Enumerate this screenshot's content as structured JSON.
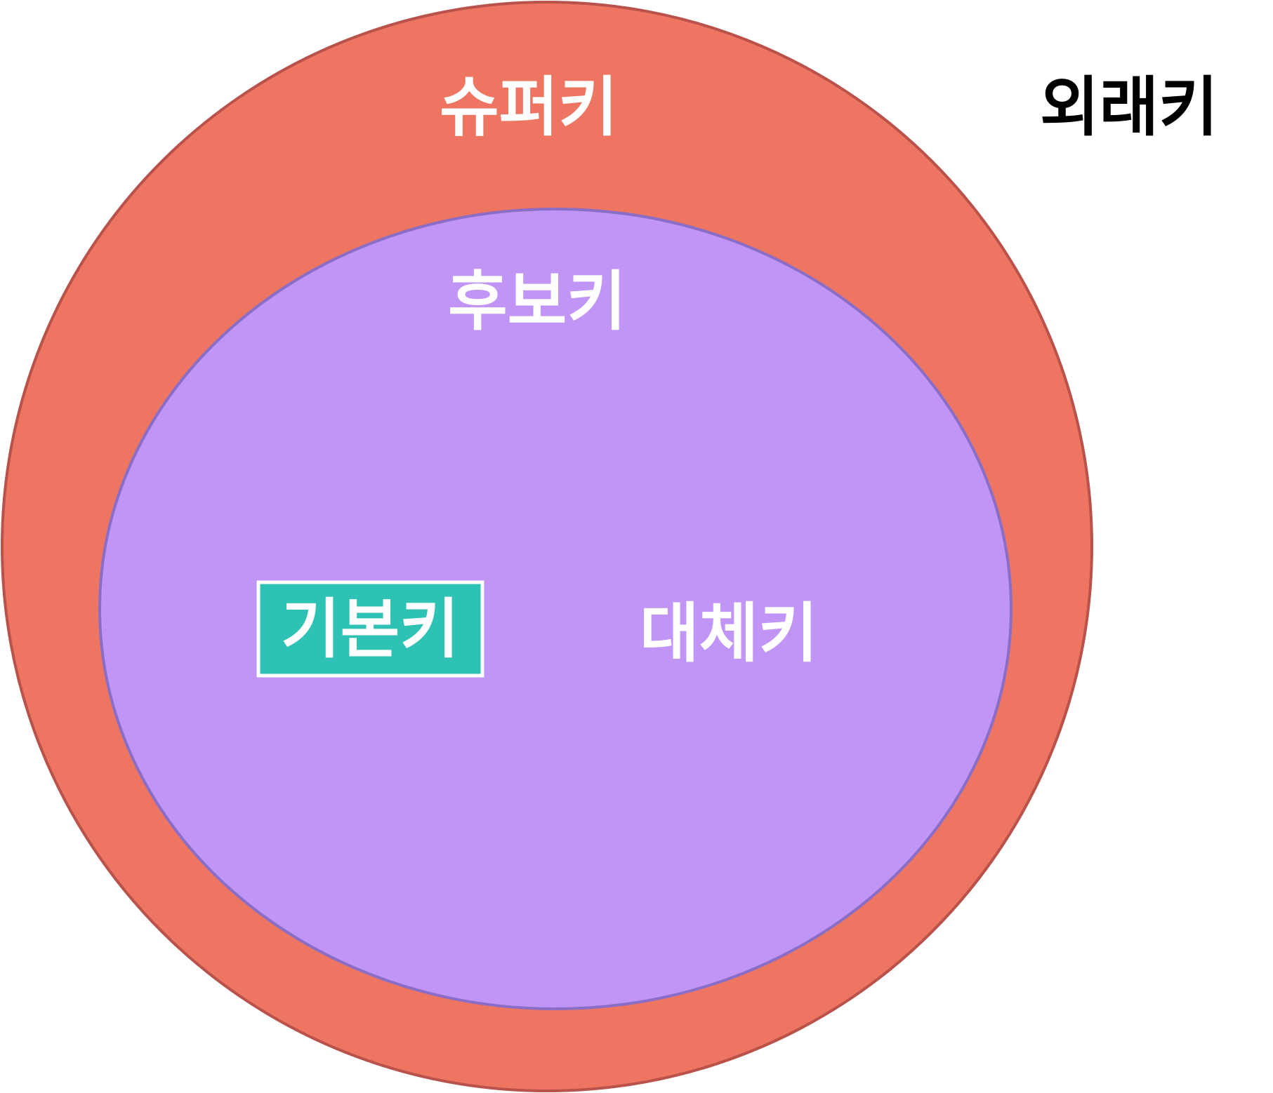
{
  "labels": {
    "super_key": "슈퍼키",
    "foreign_key": "외래키",
    "candidate_key": "후보키",
    "primary_key": "기본키",
    "alternate_key": "대체키"
  },
  "colors": {
    "super_key_fill": "#ED7562",
    "super_key_stroke": "#B8524A",
    "candidate_key_fill": "#C095F5",
    "candidate_key_stroke": "#8A6DC7",
    "primary_key_fill": "#2DC2B4",
    "primary_key_stroke": "#FFFFFF",
    "light_text": "#FFFFFF",
    "dark_text": "#000000"
  }
}
